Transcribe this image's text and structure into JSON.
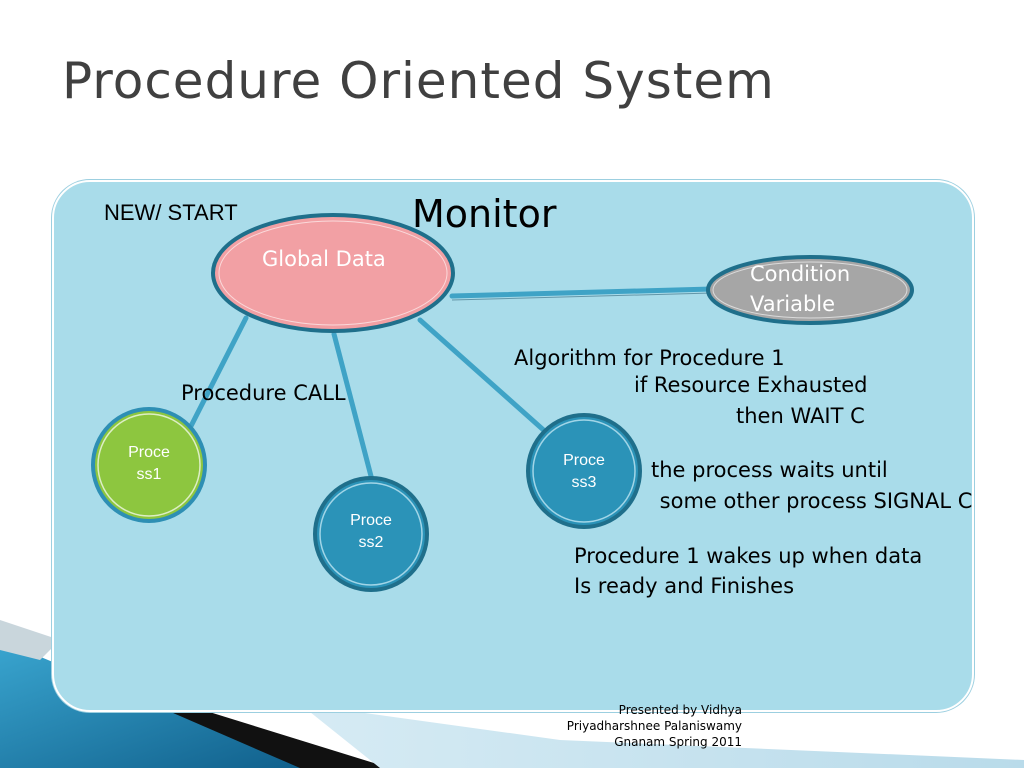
{
  "title": "Procedure Oriented System",
  "diagram": {
    "monitor_label": "Monitor",
    "new_start_label": "NEW/ START",
    "global_data_label": "Global Data",
    "condition_variable_label": [
      "Condition",
      "Variable"
    ],
    "procedure_call_label": "Procedure CALL",
    "processes": [
      {
        "label": [
          "Proce",
          "ss1"
        ],
        "color": "#8dc63f"
      },
      {
        "label": [
          "Proce",
          "ss2"
        ],
        "color": "#2b93b8"
      },
      {
        "label": [
          "Proce",
          "ss3"
        ],
        "color": "#2b93b8"
      }
    ],
    "algorithm_lines": [
      "Algorithm for Procedure 1",
      "if Resource Exhausted",
      "then WAIT C"
    ],
    "wait_lines": [
      "the process waits until",
      " some other process SIGNAL C"
    ],
    "wake_lines": [
      "Procedure 1 wakes up when data",
      "Is ready and Finishes"
    ]
  },
  "footer": [
    "Presented by Vidhya",
    "Priyadharshnee Palaniswamy",
    "Gnanam Spring 2011"
  ],
  "colors": {
    "panel": "#a9dcea",
    "global_data_fill": "#f2a0a4",
    "condition_fill": "#a6a6a6",
    "connector": "#3fa3c6",
    "accent_dark": "#1f6f8b"
  }
}
